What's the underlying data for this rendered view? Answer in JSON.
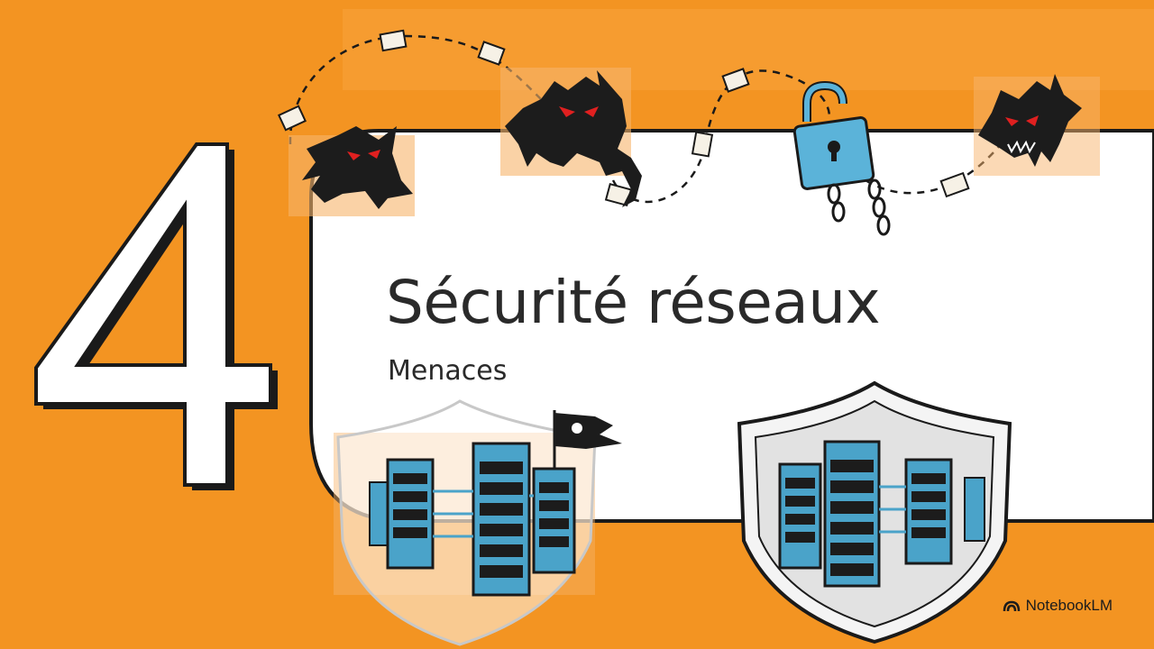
{
  "slide": {
    "number": "4",
    "title": "Sécurité réseaux",
    "subtitle": "Menaces",
    "brand": "NotebookLM"
  },
  "colors": {
    "background": "#f39422",
    "card": "#ffffff",
    "text": "#2a2a2a",
    "server_blue": "#4aa3c9",
    "lock_blue": "#5bb3d9",
    "threat_eye": "#e02020"
  },
  "icons": [
    "threat-creature-icon",
    "padlock-icon",
    "chain-icon",
    "document-icon",
    "pirate-flag-icon",
    "shield-icon",
    "server-rack-icon",
    "notebooklm-logo-icon"
  ]
}
